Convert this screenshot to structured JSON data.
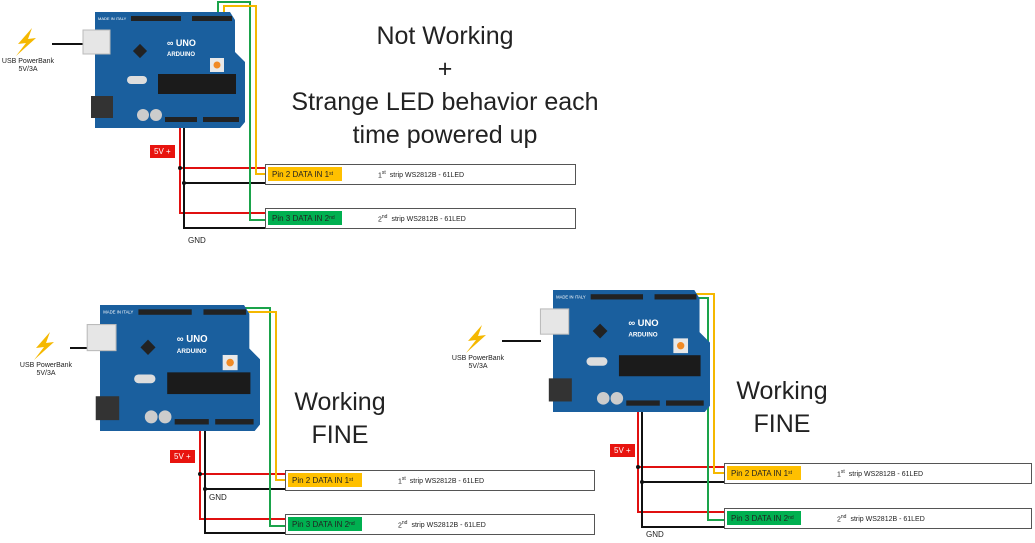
{
  "diagrams": [
    {
      "title_lines": [
        "Not Working",
        "+",
        "Strange LED behavior each",
        "time powered up"
      ],
      "power": {
        "label": "USB PowerBank",
        "spec": "5V/3A"
      },
      "v5_label": "5V +",
      "gnd_label": "GND",
      "strip1": {
        "pin_label": "Pin 2 DATA IN 1",
        "pin_sup": "st",
        "ord": "1",
        "ord_sup": "st",
        "desc": "strip WS2812B  -  61LED"
      },
      "strip2": {
        "pin_label": "Pin 3 DATA IN 2",
        "pin_sup": "nd",
        "ord": "2",
        "ord_sup": "nd",
        "desc": "strip WS2812B  -  61LED"
      }
    },
    {
      "title_lines": [
        "Working",
        "FINE"
      ],
      "power": {
        "label": "USB PowerBank",
        "spec": "5V/3A"
      },
      "v5_label": "5V +",
      "gnd_label": "GND",
      "strip1": {
        "pin_label": "Pin 2 DATA IN 1",
        "pin_sup": "st",
        "ord": "1",
        "ord_sup": "st",
        "desc": "strip WS2812B  -  61LED"
      },
      "strip2": {
        "pin_label": "Pin 3 DATA IN 2",
        "pin_sup": "nd",
        "ord": "2",
        "ord_sup": "nd",
        "desc": "strip WS2812B  -  61LED"
      }
    },
    {
      "title_lines": [
        "Working",
        "FINE"
      ],
      "power": {
        "label": "USB PowerBank",
        "spec": "5V/3A"
      },
      "v5_label": "5V +",
      "gnd_label": "GND",
      "strip1": {
        "pin_label": "Pin 2 DATA IN 1",
        "pin_sup": "st",
        "ord": "1",
        "ord_sup": "st",
        "desc": "strip WS2812B  -  61LED"
      },
      "strip2": {
        "pin_label": "Pin 3 DATA IN 2",
        "pin_sup": "nd",
        "ord": "2",
        "ord_sup": "nd",
        "desc": "strip WS2812B  -  61LED"
      }
    }
  ],
  "board": {
    "brand": "ARDUINO",
    "model": "UNO",
    "made": "MADE",
    "made2": "IN ITALY"
  },
  "colors": {
    "board": "#1a5f9e",
    "wire_5v": "#e01010",
    "wire_gnd": "#111111",
    "wire_pin2": "#f5b800",
    "wire_pin3": "#1aa34a",
    "pin2_label": "#ffc000",
    "pin3_label": "#00b050",
    "v5_label": "#e8140f",
    "bolt": "#f5b800"
  }
}
